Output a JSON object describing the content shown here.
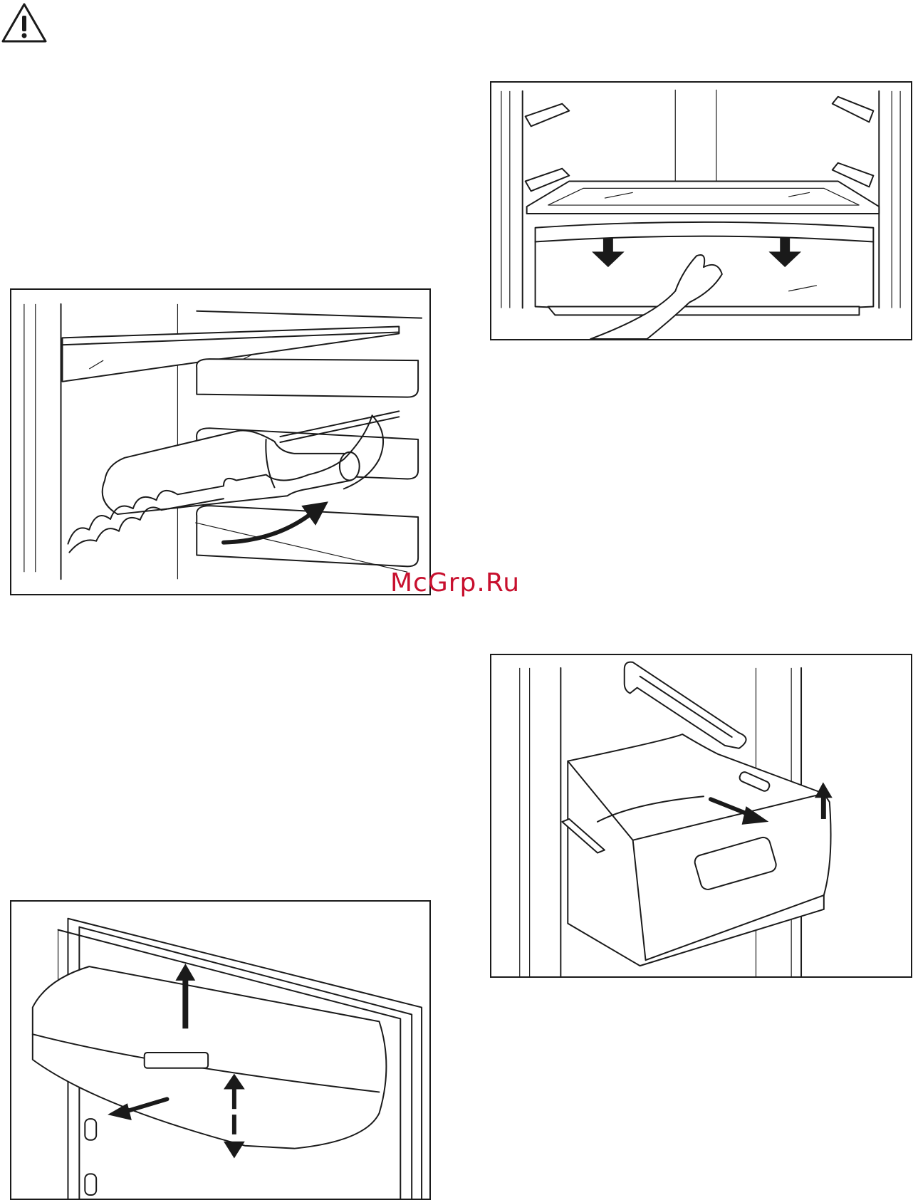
{
  "watermark": {
    "text": "McGrp.Ru",
    "color": "#c8102e"
  },
  "icons": {
    "warning": "warning-triangle-icon"
  },
  "illustrations": [
    {
      "id": "bottle-rack",
      "icon": "bottle-rack-illustration"
    },
    {
      "id": "crisper-glass-shelf",
      "icon": "crisper-drawer-illustration"
    },
    {
      "id": "freezer-flap-cover",
      "icon": "door-cover-illustration"
    },
    {
      "id": "freezer-drawer",
      "icon": "freezer-drawer-illustration"
    }
  ]
}
